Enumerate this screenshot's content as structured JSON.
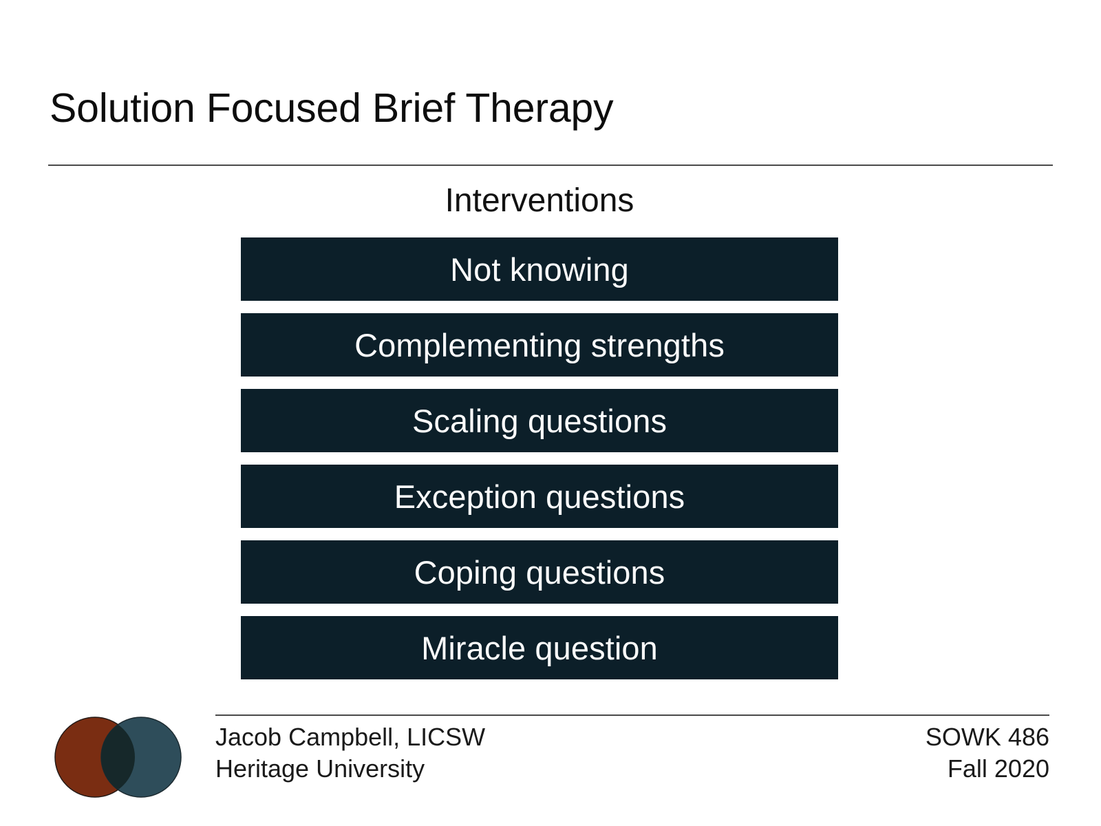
{
  "slide": {
    "title": "Solution Focused Brief Therapy",
    "section_heading": "Interventions",
    "interventions": [
      {
        "label": "Not knowing"
      },
      {
        "label": "Complementing strengths"
      },
      {
        "label": "Scaling questions"
      },
      {
        "label": "Exception questions"
      },
      {
        "label": "Coping questions"
      },
      {
        "label": "Miracle question"
      }
    ]
  },
  "footer": {
    "presenter": "Jacob Campbell, LICSW",
    "institution": "Heritage University",
    "course": "SOWK 486",
    "term": "Fall 2020"
  },
  "logo": {
    "name": "overlapping-circles-logo",
    "left_circle_color": "#7a2d12",
    "right_circle_color": "#2e4d5a",
    "overlap_color": "#16282a"
  },
  "colors": {
    "background": "#ffffff",
    "bar_fill": "#0c1f29",
    "bar_text": "#fbfbfb",
    "title_text": "#0d0d0d",
    "rule": "#4a4a4a",
    "footer_text": "#1a1a1a"
  }
}
